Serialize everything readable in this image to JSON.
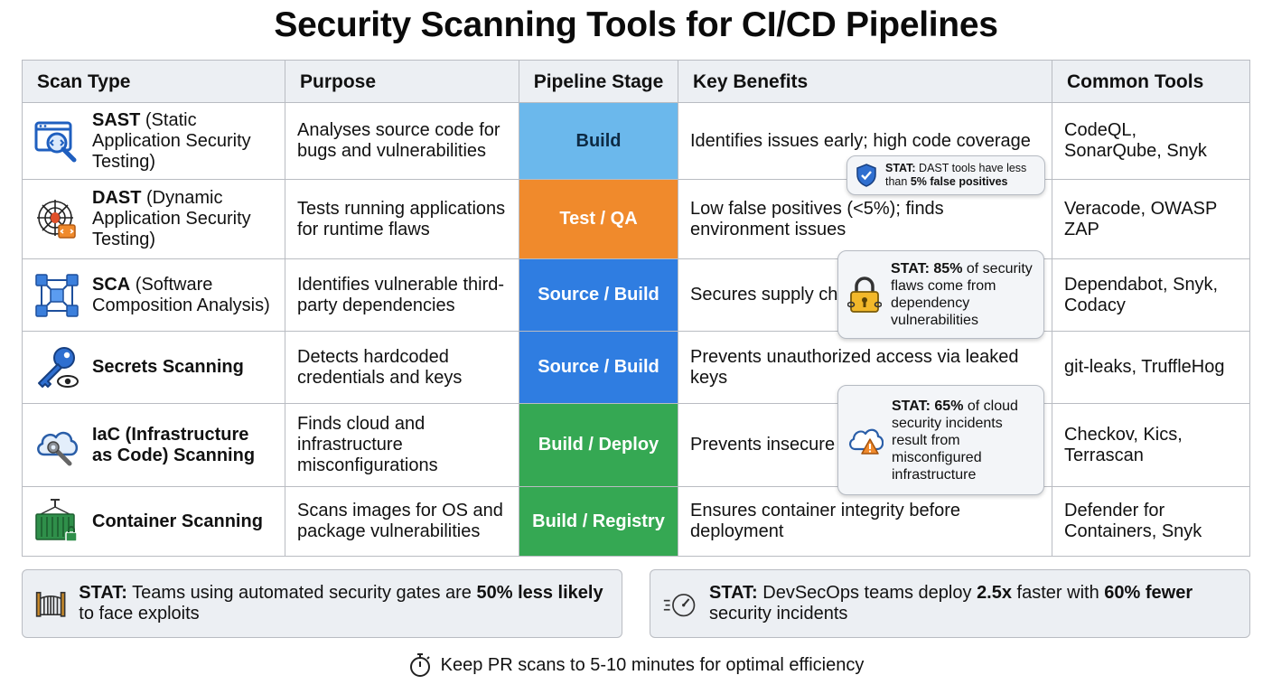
{
  "title": "Security Scanning Tools for CI/CD Pipelines",
  "headers": [
    "Scan Type",
    "Purpose",
    "Pipeline Stage",
    "Key Benefits",
    "Common Tools"
  ],
  "rows": [
    {
      "name_bold": "SAST",
      "name_rest": " (Static Application Security Testing)",
      "icon": "code-search-icon",
      "purpose": "Analyses source code for bugs and vulnerabilities",
      "stage": "Build",
      "stage_color": "#6bb8ec",
      "benefits": "Identifies issues early; high code coverage",
      "tools": "CodeQL, SonarQube, Snyk"
    },
    {
      "name_bold": "DAST",
      "name_rest": " (Dynamic Application Security Testing)",
      "icon": "web-bug-icon",
      "purpose": "Tests running applications for runtime flaws",
      "stage": "Test / QA",
      "stage_color": "#f08a2c",
      "benefits": "Low false positives (<5%); finds environment issues",
      "tools": "Veracode, OWASP ZAP"
    },
    {
      "name_bold": "SCA",
      "name_rest": " (Software Composition Analysis)",
      "icon": "dependency-cubes-icon",
      "purpose": "Identifies vulnerable third-party dependencies",
      "stage": "Source / Build",
      "stage_color": "#2f7de1",
      "benefits": "Secures supply chain; tracks licen",
      "tools": "Dependabot, Snyk, Codacy"
    },
    {
      "name_bold": "Secrets Scanning",
      "name_rest": "",
      "icon": "key-eye-icon",
      "purpose": "Detects hardcoded credentials and keys",
      "stage": "Source / Build",
      "stage_color": "#2f7de1",
      "benefits": "Prevents unauthorized access via leaked keys",
      "tools": "git-leaks, TruffleHog"
    },
    {
      "name_bold": "IaC (Infrastructure as Code) Scanning",
      "name_rest": "",
      "icon": "cloud-wrench-icon",
      "purpose": "Finds cloud and infrastructure misconfigurations",
      "stage": "Build / Deploy",
      "stage_color": "#35a853",
      "benefits": "Prevents insecure deployments",
      "tools": "Checkov, Kics, Terrascan"
    },
    {
      "name_bold": "Container Scanning",
      "name_rest": "",
      "icon": "container-lock-icon",
      "purpose": "Scans images for OS and package vulnerabilities",
      "stage": "Build / Registry",
      "stage_color": "#35a853",
      "benefits": "Ensures container integrity before deployment",
      "tools": "Defender for Containers, Snyk"
    }
  ],
  "callouts": {
    "dast": {
      "label": "STAT:",
      "pre": " DAST tools have less than ",
      "bold": "5% false positives"
    },
    "sca": {
      "label": "STAT:",
      "bold": "85%",
      "post": " of security flaws come from dependency vulnerabilities"
    },
    "iac": {
      "label": "STAT:",
      "bold": "65%",
      "post": " of cloud security incidents result from misconfigured infrastructure"
    }
  },
  "bottom_stats": {
    "gates": {
      "label": "STAT:",
      "pre": " Teams using automated security gates are ",
      "bold": "50% less likely",
      "post": " to face exploits"
    },
    "devsecops": {
      "label": "STAT:",
      "pre": " DevSecOps teams deploy ",
      "bold1": "2.5x",
      "mid": " faster with ",
      "bold2": "60% fewer",
      "post": " security incidents"
    }
  },
  "footer": "Keep PR scans to 5-10 minutes for optimal efficiency"
}
